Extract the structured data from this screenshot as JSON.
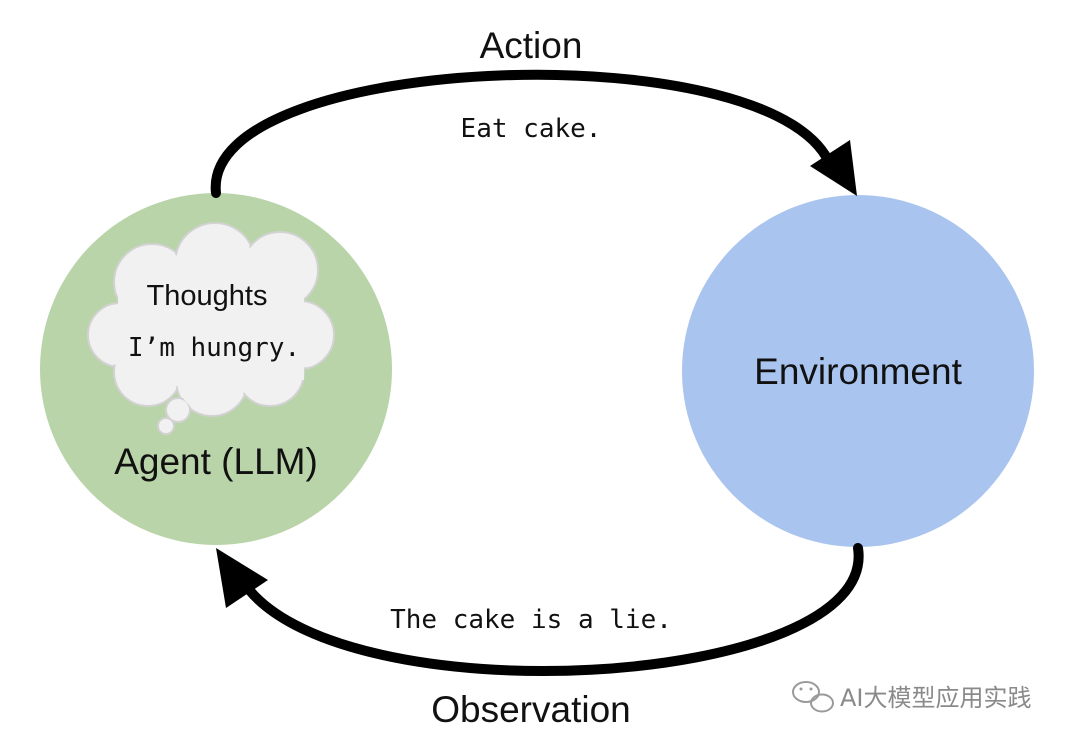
{
  "action": {
    "title": "Action",
    "message": "Eat cake."
  },
  "observation": {
    "title": "Observation",
    "message": "The cake is a lie."
  },
  "agent": {
    "label": "Agent (LLM)",
    "color": "#b8d4a8",
    "thoughts": {
      "title": "Thoughts",
      "text": "I’m hungry."
    }
  },
  "environment": {
    "label": "Environment",
    "color": "#a9c4ee"
  },
  "watermark": {
    "text": "AI大模型应用实践",
    "icon": "wechat-logo-icon"
  }
}
